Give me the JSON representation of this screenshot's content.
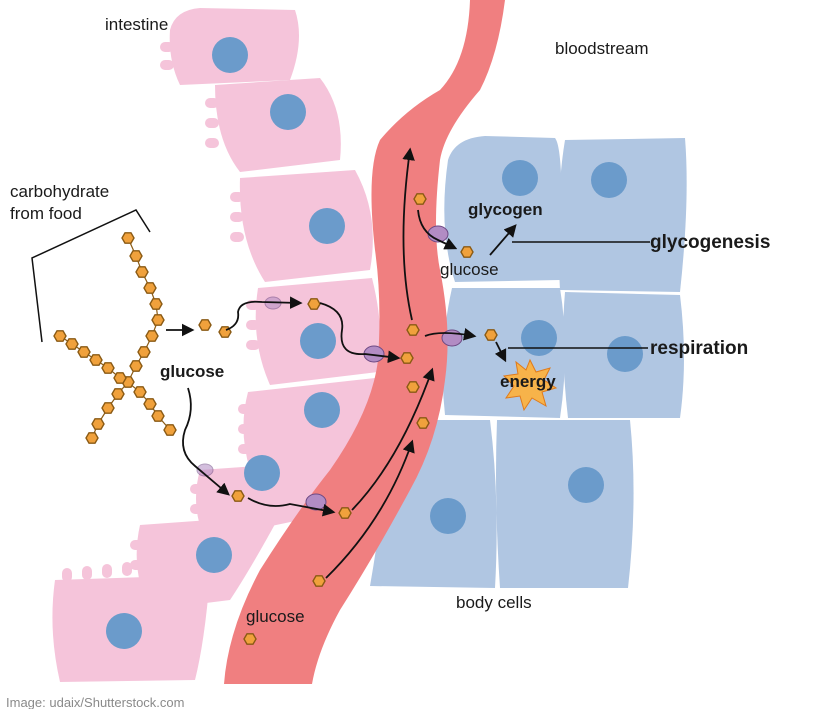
{
  "labels": {
    "intestine": "intestine",
    "bloodstream": "bloodstream",
    "carb_line1": "carbohydrate",
    "carb_line2": "from food",
    "glucose_intestine": "glucose",
    "glycogen": "glycogen",
    "glycogenesis": "glycogenesis",
    "glucose_cell": "glucose",
    "respiration": "respiration",
    "energy": "energy",
    "glucose_blood": "glucose",
    "body_cells": "body cells",
    "credit": "Image: udaix/Shutterstock.com"
  },
  "colors": {
    "intestine_cell": "#f5c4da",
    "blood_vessel": "#f07f80",
    "body_cell": "#b0c6e2",
    "nucleus": "#6b9bcb",
    "glucose": "#f0a13c",
    "transporter": "#b28cc4",
    "energy_burst": "#f7b34a"
  },
  "icons": {
    "glucose": "hexagon",
    "energy": "starburst",
    "transporter": "ellipse"
  }
}
